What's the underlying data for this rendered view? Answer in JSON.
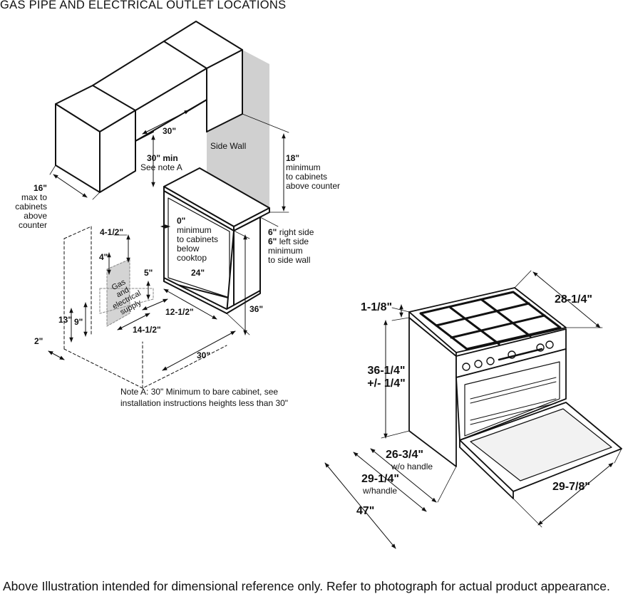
{
  "title": "GAS PIPE AND ELECTRICAL OUTLET LOCATIONS",
  "footer": "Above Illustration intended for dimensional reference only. Refer to photograph for actual product appearance.",
  "install_diagram": {
    "cabinet_width": "30\"",
    "min_height_bold": "30\" min",
    "min_height_note": "See note A",
    "side_wall": "Side Wall",
    "upper_depth_value": "16\"",
    "upper_depth_text": [
      "max to",
      "cabinets",
      "above",
      "counter"
    ],
    "upper_clear_value": "18\"",
    "upper_clear_text": [
      "minimum",
      "to cabinets",
      "above counter"
    ],
    "below_clear_value": "0\"",
    "below_clear_text": [
      "minimum",
      "to cabinets",
      "below",
      "cooktop"
    ],
    "side_right_value": "6\"",
    "side_right_text": " right side",
    "side_left_value": "6\"",
    "side_left_text": " left side",
    "side_wall_text": [
      "minimum",
      "to side wall"
    ],
    "depth_24": "24\"",
    "height_36": "36\"",
    "dim_4_1_2": "4-1/2\"",
    "dim_4": "4\"",
    "dim_5": "5\"",
    "dim_13": "13\"",
    "dim_9": "9\"",
    "dim_2": "2\"",
    "dim_12_1_2": "12-1/2\"",
    "dim_14_1_2": "14-1/2\"",
    "dim_30_bottom": "30\"",
    "supply_lines": [
      "Gas",
      "and",
      "electrical",
      "supply"
    ],
    "note_a": [
      "Note A: 30\" Minimum to bare cabinet, see",
      "installation instructions heights less than 30\""
    ]
  },
  "range_diagram": {
    "width": "28-1/4\"",
    "grate_height": "1-1/8\"",
    "height_line1": "36-1/4\"",
    "height_line2": "+/- 1/4\"",
    "depth_no_handle": "26-3/4\"",
    "depth_no_handle_note": "w/o handle",
    "depth_handle": "29-1/4\"",
    "depth_handle_note": "w/handle",
    "depth_door_open": "47\"",
    "door_width": "29-7/8\""
  }
}
